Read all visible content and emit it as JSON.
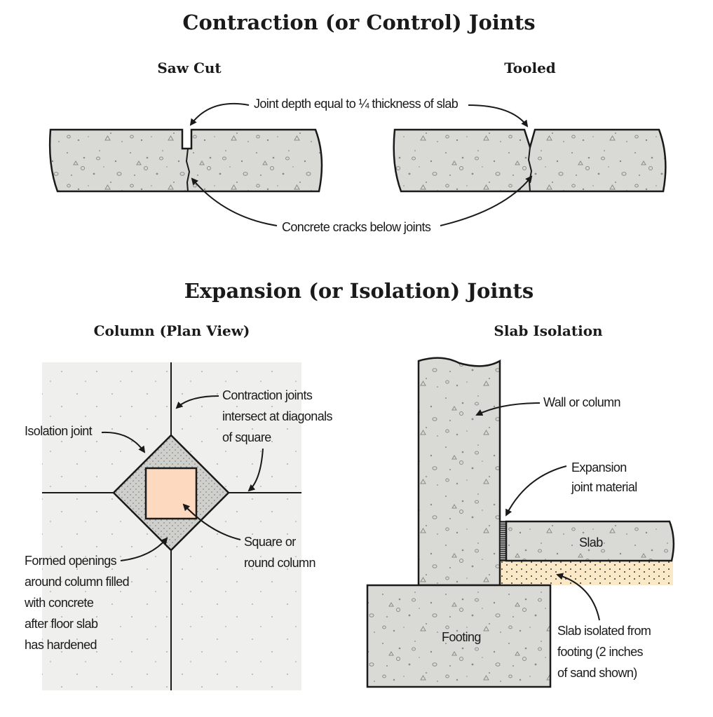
{
  "contraction": {
    "title": "Contraction (or Control) Joints",
    "saw_cut": "Saw Cut",
    "tooled": "Tooled",
    "joint_depth_label": "Joint depth equal to ¼ thickness of slab",
    "cracks_label": "Concrete cracks below joints"
  },
  "expansion": {
    "title": "Expansion (or Isolation) Joints",
    "column": {
      "title": "Column (Plan View)",
      "contraction_label": [
        "Contraction joints",
        "intersect at diagonals",
        "of square"
      ],
      "isolation_label": "Isolation joint",
      "column_label": [
        "Square or",
        "round column"
      ],
      "formed_label": [
        "Formed openings",
        "around column filled",
        "with concrete",
        "after floor slab",
        "has hardened"
      ]
    },
    "slab_isolation": {
      "title": "Slab Isolation",
      "wall_label": "Wall or column",
      "expansion_label": [
        "Expansion",
        "joint material"
      ],
      "slab_label": "Slab",
      "footing_label": "Footing",
      "sand_label": [
        "Slab isolated from",
        "footing (2 inches",
        "of sand shown)"
      ]
    }
  },
  "colors": {
    "concrete": "#d9d9d5",
    "column": "#fcd9bf",
    "sand": "#fbe8c6",
    "plan_bg": "#efefed"
  }
}
